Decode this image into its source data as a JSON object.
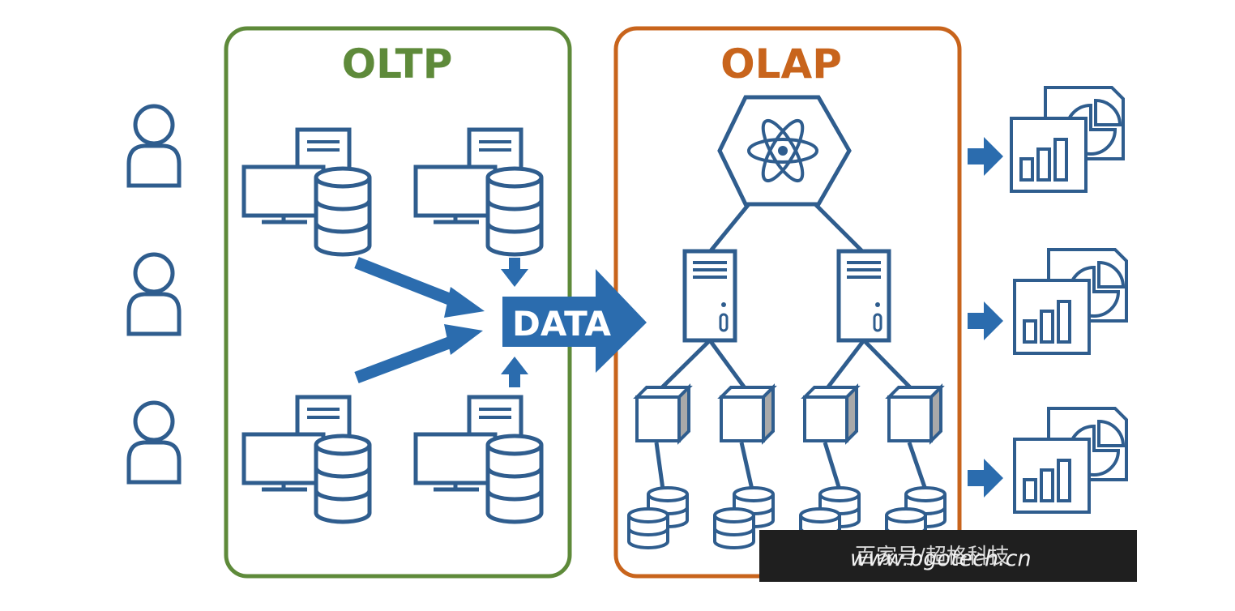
{
  "diagram": {
    "oltp_title": "OLTP",
    "olap_title": "OLAP",
    "data_label": "DATA"
  },
  "watermark": {
    "line_cn": "百家号/超格科技",
    "line_url": "www.bgotech.cn"
  },
  "colors": {
    "blue": "#2b6cae",
    "outline": "#2f5d8e",
    "oltp_border": "#5e8a3a",
    "olap_border": "#c8641c",
    "cube_side": "#a9a9a9"
  },
  "icons": {
    "user": "user-icon",
    "workstation": "workstation-database-icon",
    "analytics": "analytics-engine-icon",
    "server": "server-tower-icon",
    "cube": "data-cube-icon",
    "database": "database-stack-icon",
    "report": "report-chart-icon"
  }
}
